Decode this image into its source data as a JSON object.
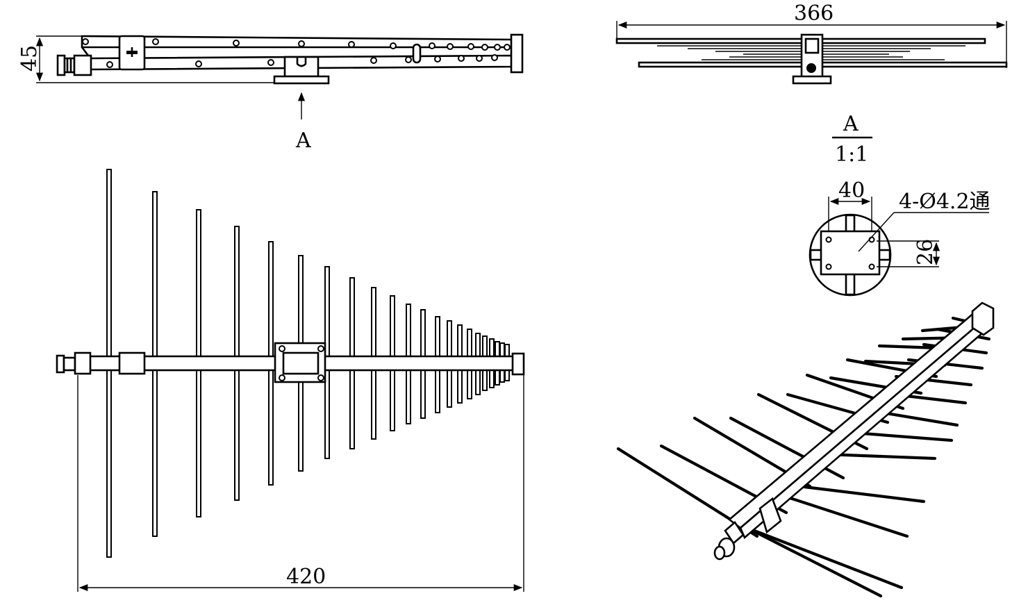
{
  "drawing": {
    "top_view": {
      "height_dim": "45",
      "section_arrow_label": "A"
    },
    "end_view": {
      "width_dim": "366"
    },
    "section_title": {
      "name": "A",
      "scale": "1:1"
    },
    "mount_detail": {
      "hole_spacing_dim": "40",
      "hole_callout": "4-Ø4.2通",
      "plate_height_dim": "26"
    },
    "side_view": {
      "length_dim": "420"
    }
  }
}
